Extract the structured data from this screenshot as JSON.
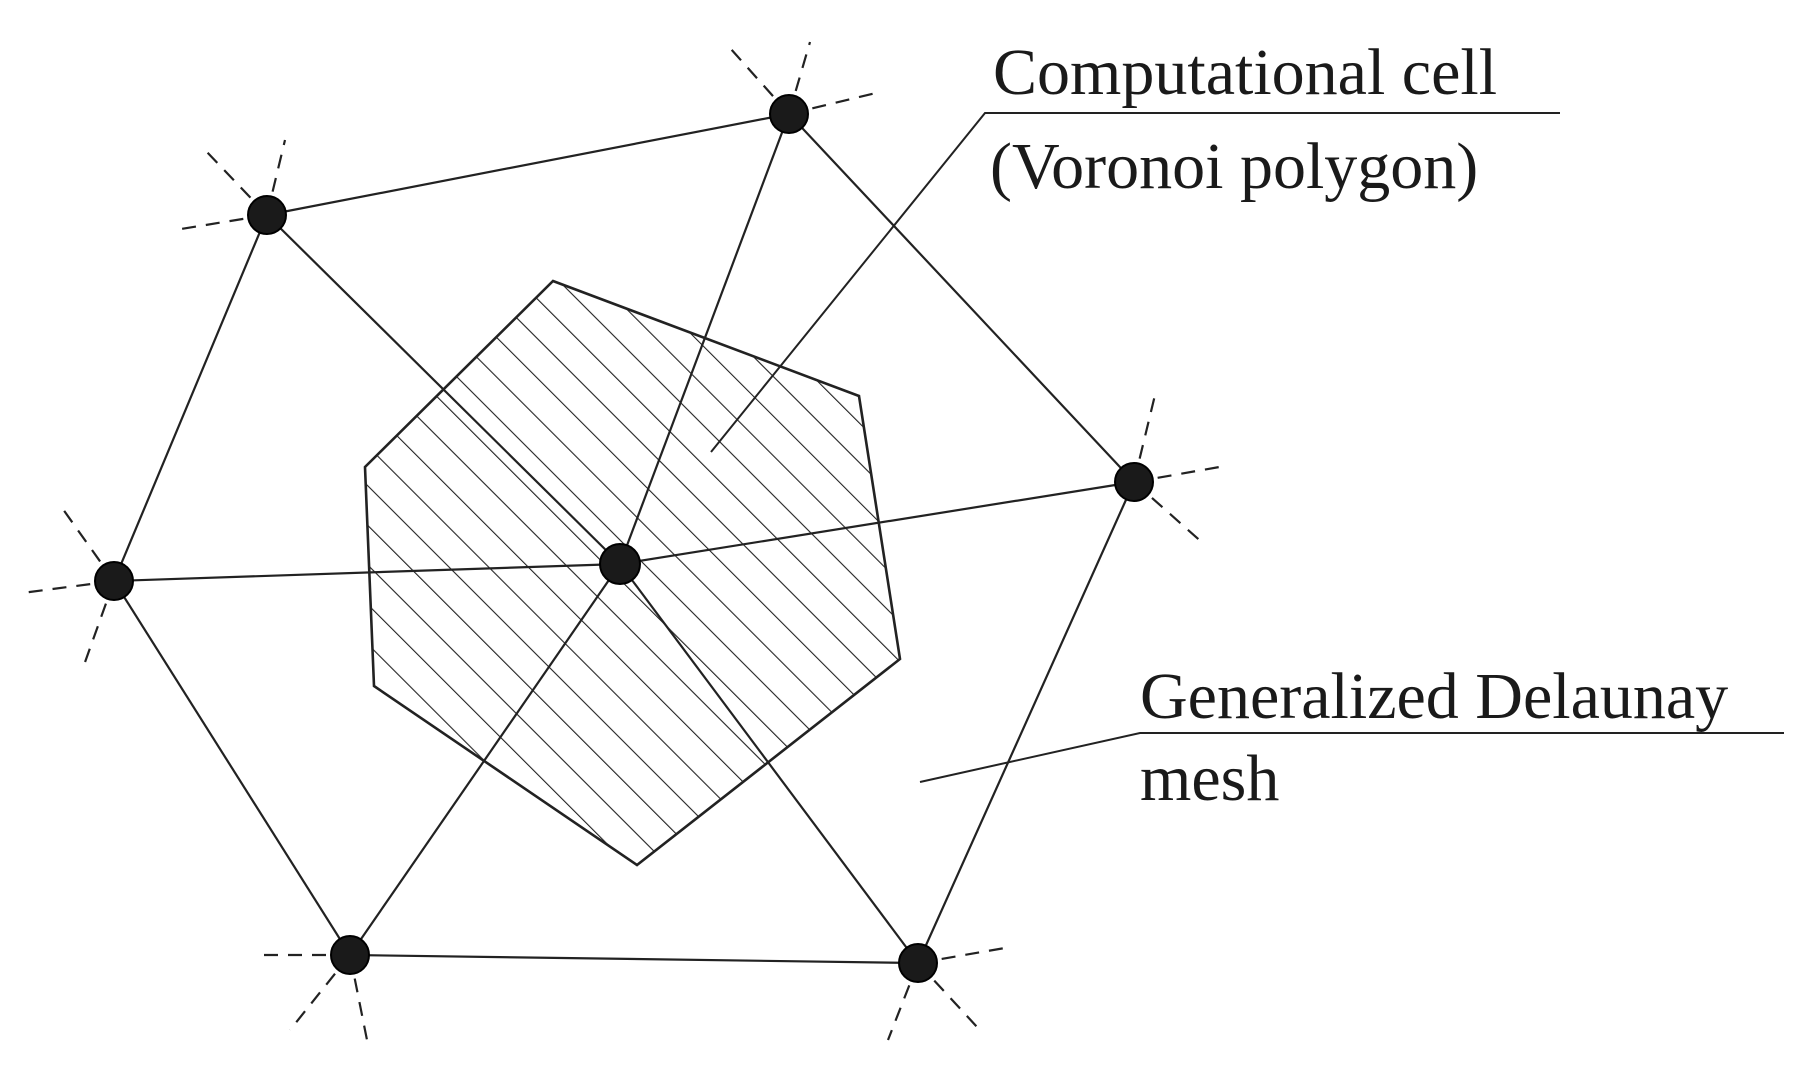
{
  "labels": {
    "computational_cell_line1": "Computational cell",
    "computational_cell_line2": "(Voronoi polygon)",
    "delaunay_line1": "Generalized Delaunay",
    "delaunay_line2": "mesh"
  },
  "colors": {
    "stroke": "#222222",
    "node": "#1a1a1a",
    "background": "#ffffff"
  }
}
